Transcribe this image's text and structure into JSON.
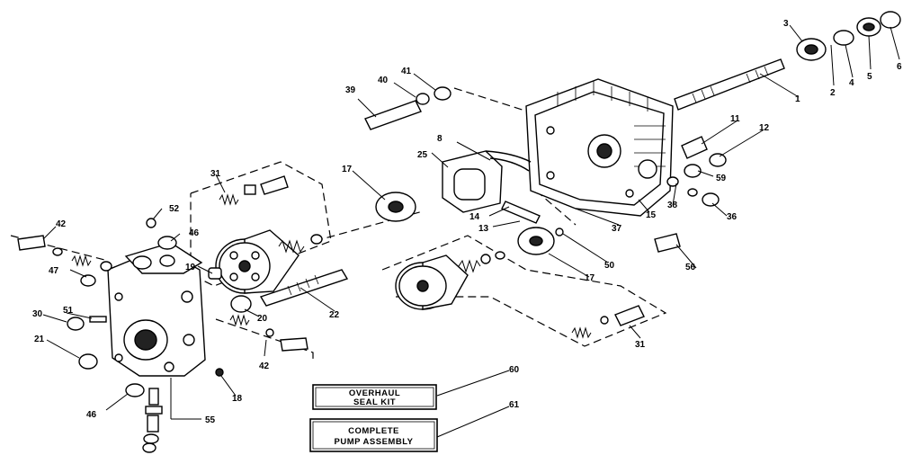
{
  "callouts": {
    "c1": "1",
    "c2": "2",
    "c3": "3",
    "c4": "4",
    "c5": "5",
    "c6": "6",
    "c8": "8",
    "c11": "11",
    "c12": "12",
    "c13": "13",
    "c14": "14",
    "c15": "15",
    "c17a": "17",
    "c17b": "17",
    "c18": "18",
    "c19": "19",
    "c20": "20",
    "c21": "21",
    "c22": "22",
    "c25": "25",
    "c30": "30",
    "c31a": "31",
    "c31b": "31",
    "c36": "36",
    "c37": "37",
    "c38": "38",
    "c39": "39",
    "c40": "40",
    "c41": "41",
    "c42a": "42",
    "c42b": "42",
    "c46a": "46",
    "c46b": "46",
    "c47": "47",
    "c50": "50",
    "c51": "51",
    "c52": "52",
    "c55": "55",
    "c56": "56",
    "c59": "59",
    "c60": "60",
    "c61": "61"
  },
  "boxes": {
    "overhaul_line1": "OVERHAUL",
    "overhaul_line2": "SEAL KIT",
    "complete_line1": "COMPLETE",
    "complete_line2": "PUMP ASSEMBLY"
  }
}
